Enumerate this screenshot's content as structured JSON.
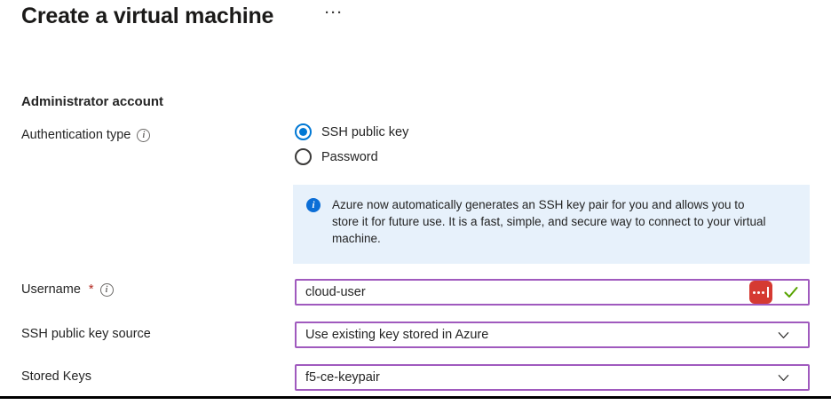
{
  "header": {
    "title": "Create a virtual machine",
    "ellipsis": "···"
  },
  "section": {
    "heading": "Administrator account"
  },
  "auth": {
    "label": "Authentication type",
    "options": [
      {
        "label": "SSH public key",
        "selected": true
      },
      {
        "label": "Password",
        "selected": false
      }
    ]
  },
  "info_box": {
    "text": "Azure now automatically generates an SSH key pair for you and allows you to store it for future use. It is a fast, simple, and secure way to connect to your virtual machine."
  },
  "username": {
    "label": "Username",
    "required_marker": "*",
    "value": "cloud-user"
  },
  "ssh_source": {
    "label": "SSH public key source",
    "value": "Use existing key stored in Azure"
  },
  "stored_keys": {
    "label": "Stored Keys",
    "value": "f5-ce-keypair"
  },
  "icons": {
    "info": "i",
    "chevron": "chevron-down",
    "valid": "checkmark",
    "extension": "password-manager-autofill"
  },
  "colors": {
    "accent_blue": "#0078d4",
    "field_border_purple": "#a05abe",
    "info_bg": "#e7f1fb",
    "info_icon_blue": "#0c6ed6",
    "valid_green": "#57a300",
    "extension_red": "#d53a32",
    "required_red": "#b2271f",
    "text": "#242424"
  }
}
